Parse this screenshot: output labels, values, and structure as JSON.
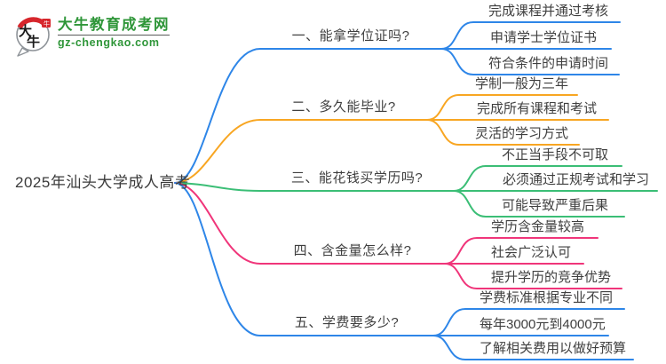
{
  "logo": {
    "icon_text": "大牛",
    "icon_char_top": "大",
    "icon_char_bottom": "牛",
    "site_name": "大牛教育成考网",
    "site_url": "gz-chengkao.com"
  },
  "root": {
    "label": "2025年汕头大学成人高考"
  },
  "colors": {
    "blue": "#2e86e8",
    "orange": "#f8a622",
    "green": "#3bbe76",
    "pink": "#f0357a",
    "logo_green": "#2f9639",
    "logo_red": "#d7262c",
    "text": "#3f3f3f"
  },
  "branches": [
    {
      "label": "一、能拿学位证吗?",
      "color": "blue",
      "children": [
        "完成课程并通过考核",
        "申请学士学位证书",
        "符合条件的申请时间"
      ]
    },
    {
      "label": "二、多久能毕业?",
      "color": "orange",
      "children": [
        "学制一般为三年",
        "完成所有课程和考试",
        "灵活的学习方式"
      ]
    },
    {
      "label": "三、能花钱买学历吗?",
      "color": "green",
      "children": [
        "不正当手段不可取",
        "必须通过正规考试和学习",
        "可能导致严重后果"
      ]
    },
    {
      "label": "四、含金量怎么样?",
      "color": "pink",
      "children": [
        "学历含金量较高",
        "社会广泛认可",
        "提升学历的竞争优势"
      ]
    },
    {
      "label": "五、学费要多少?",
      "color": "blue",
      "children": [
        "学费标准根据专业不同",
        "每年3000元到4000元",
        "了解相关费用以做好预算"
      ]
    }
  ]
}
